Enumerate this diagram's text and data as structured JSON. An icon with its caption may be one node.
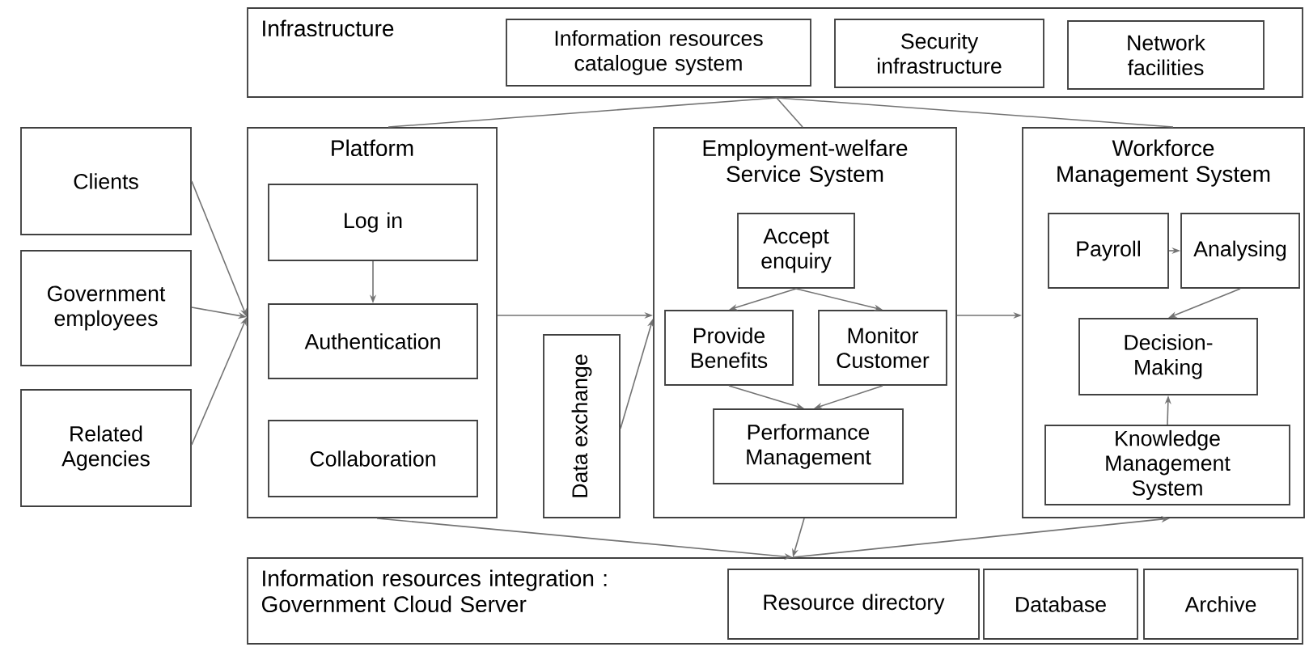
{
  "diagram": {
    "nodes": [
      {
        "text": [
          "Infrastructure"
        ]
      },
      {
        "text": [
          "Information resources catalogue system"
        ],
        "in": 0
      },
      {
        "text": [
          "Security infrastructure"
        ],
        "in": 0
      },
      {
        "text": [
          "Network facilities"
        ],
        "in": 0
      },
      {
        "text": [
          "Clients"
        ]
      },
      {
        "text": [
          "Government employees"
        ]
      },
      {
        "text": [
          "Related Agencies"
        ]
      },
      {
        "text": [
          "Platform"
        ]
      },
      {
        "text": [
          "Log in"
        ],
        "in": 7
      },
      {
        "text": [
          "Authentication"
        ],
        "in": 7
      },
      {
        "text": [
          "Collaboration"
        ],
        "in": 7
      },
      {
        "text": [
          "Data exchange"
        ]
      },
      {
        "text": [
          "Employment-welfare Service System"
        ]
      },
      {
        "text": [
          "Accept enquiry"
        ],
        "in": 12
      },
      {
        "text": [
          "Provide Benefits"
        ],
        "in": 12
      },
      {
        "text": [
          "Monitor Customer"
        ],
        "in": 12
      },
      {
        "text": [
          "Performance Management"
        ],
        "in": 12
      },
      {
        "text": [
          "Workforce Management System"
        ]
      },
      {
        "text": [
          "Payroll"
        ],
        "in": 17
      },
      {
        "text": [
          "Analysing"
        ],
        "in": 17
      },
      {
        "text": [
          "Decision-Making"
        ],
        "in": 17
      },
      {
        "text": [
          "Knowledge Management System"
        ],
        "in": 17
      },
      {
        "text": [
          "Information resources integration : Government Cloud Server"
        ]
      },
      {
        "text": [
          "Resource directory"
        ],
        "in": 22
      },
      {
        "text": [
          "Database"
        ],
        "in": 22
      },
      {
        "text": [
          "Archive"
        ],
        "in": 22
      }
    ],
    "edges": [
      {
        "from": 4,
        "to": 7,
        "arrow": "to"
      },
      {
        "from": 5,
        "to": 7,
        "arrow": "to"
      },
      {
        "from": 6,
        "to": 7,
        "arrow": "to"
      },
      {
        "from": 8,
        "to": 9,
        "arrow": "to"
      },
      {
        "from": 7,
        "to": 12,
        "arrow": "to"
      },
      {
        "from": 11,
        "to": 12,
        "arrow": "to"
      },
      {
        "from": 13,
        "to": 14,
        "arrow": "to"
      },
      {
        "from": 13,
        "to": 15,
        "arrow": "to"
      },
      {
        "from": 14,
        "to": 16,
        "arrow": "to"
      },
      {
        "from": 15,
        "to": 16,
        "arrow": "to"
      },
      {
        "from": 12,
        "to": 17,
        "arrow": "to"
      },
      {
        "from": 18,
        "to": 19,
        "arrow": "to"
      },
      {
        "from": 19,
        "to": 20,
        "arrow": "to"
      },
      {
        "from": 21,
        "to": 20,
        "arrow": "to"
      },
      {
        "from": 0,
        "to": 7,
        "arrow": "none"
      },
      {
        "from": 0,
        "to": 12,
        "arrow": "none"
      },
      {
        "from": 0,
        "to": 17,
        "arrow": "none"
      },
      {
        "from": 7,
        "to": 22,
        "arrow": "to"
      },
      {
        "from": 12,
        "to": 22,
        "arrow": "to"
      },
      {
        "from": 22,
        "to": 17,
        "arrow": "to"
      }
    ]
  }
}
